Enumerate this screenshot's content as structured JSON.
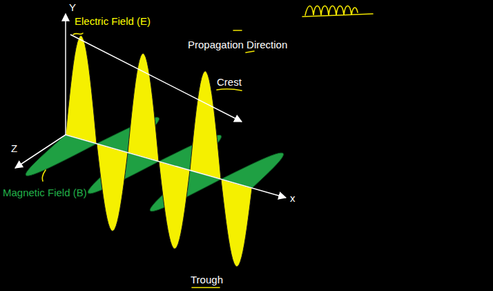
{
  "diagram": {
    "labels": [
      "Y",
      "Electric Field (E)",
      "Propagation Direction",
      "Crest",
      "Z",
      "Magnetic Field (B)",
      "x",
      "Trough"
    ]
  }
}
